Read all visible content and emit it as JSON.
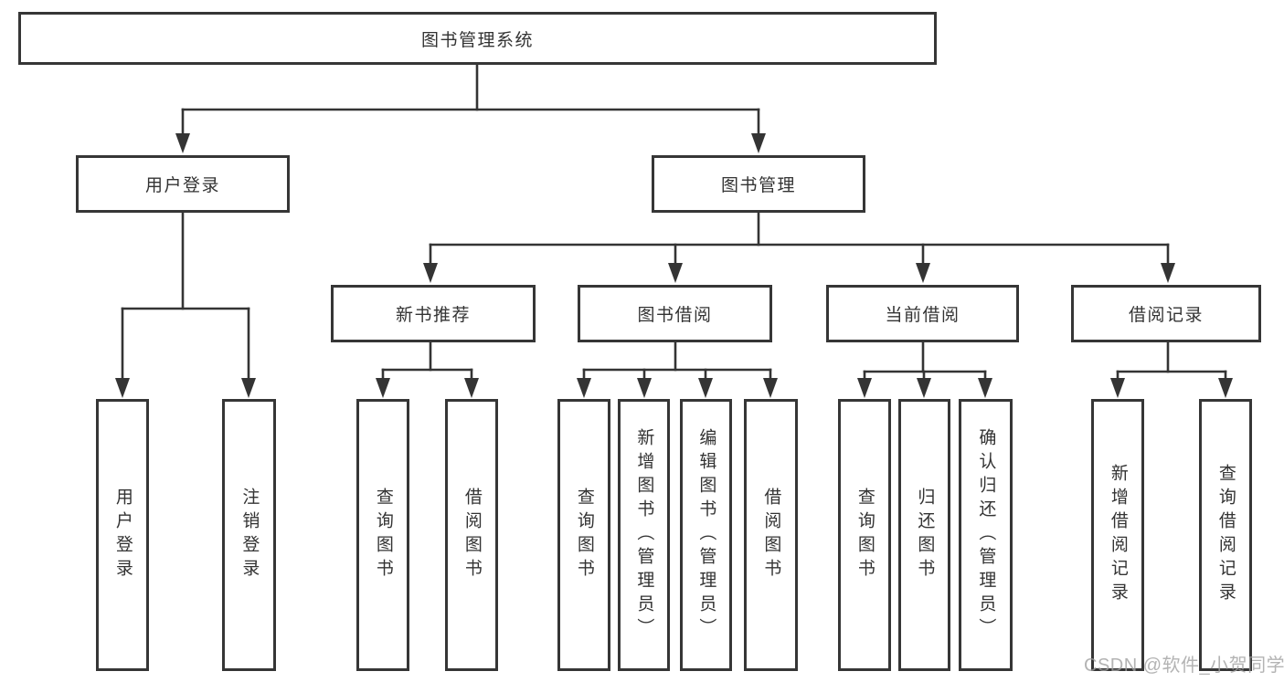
{
  "diagram": {
    "title": "图书管理系统",
    "nodes": {
      "root": "图书管理系统",
      "user_login": "用户登录",
      "book_management": "图书管理",
      "user_login_leaf": "用户登录",
      "logout_leaf": "注销登录",
      "new_book_recommend": "新书推荐",
      "book_borrow": "图书借阅",
      "current_borrow": "当前借阅",
      "borrow_records": "借阅记录",
      "nbr_query_books": "查询图书",
      "nbr_borrow_books": "借阅图书",
      "bb_query_books": "查询图书",
      "bb_add_books": "新增图书（管理员）",
      "bb_edit_books": "编辑图书（管理员）",
      "bb_borrow_books": "借阅图书",
      "cb_query_books": "查询图书",
      "cb_return_books": "归还图书",
      "cb_confirm_return": "确认归还（管理员）",
      "br_add_record": "新增借阅记录",
      "br_query_record": "查询借阅记录"
    },
    "colors": {
      "line": "#343434",
      "border": "#363636",
      "text": "#333333",
      "background": "#ffffff",
      "watermark": "#a0a0a0"
    }
  },
  "watermark": {
    "text": "CSDN @软件_小贺同学"
  }
}
